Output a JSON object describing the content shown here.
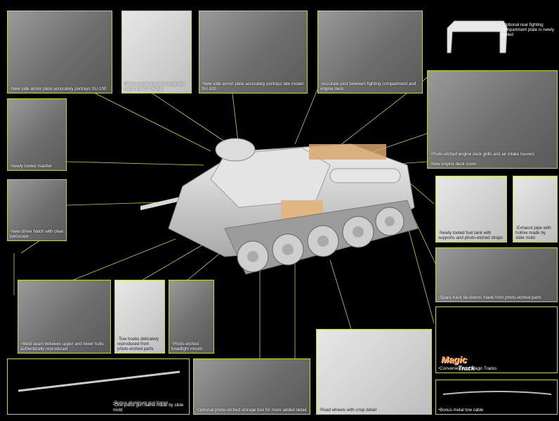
{
  "colors": {
    "accent": "#c8d23a",
    "background": "#000000",
    "logo": "#ff7a10"
  },
  "captions": {
    "side_armor_su100": "New side armor plate accurately portrays SU-100",
    "hatch_photoetched": "Photo-etched parts to upgrade hatch interior details",
    "side_armor_late": "New side armor plate accurately portrays late model SU-100",
    "joint_engine_deck": "Accurate joint between fighting compartment and engine deck",
    "rear_plate": "Optional rear fighting compartment plate is newly tooled",
    "mantlet": "Newly tooled mantlet",
    "engine_grills": "Photo-etched engine deck grills and air intake louvers",
    "engine_cover": "New engine deck cover",
    "driver_hatch": "New driver hatch with clear periscope",
    "fuel_tank": "Newly tooled fuel tank with supports and photo-etched straps",
    "exhaust_pipe": "Exhaust pipe with hollow made by slide mold",
    "track_tiedowns": "Spare track tie-downs made from photo-etched parts",
    "weld_seam": "Weld seam between upper and lower hulls authentically reproduced",
    "tow_hooks": "Tow hooks delicately reproduced from photo-etched parts",
    "headlight_mount": "Photo-etched headlight mount",
    "magic_tracks": "Convenience of Magic Tracks",
    "gun_barrel_1": "Bonus aluminum gun barrel",
    "gun_barrel_2": "One-piece gun barrel made by slide mold",
    "storage_box": "Optional photo-etched storage box for more added detail",
    "road_wheels": "Road wheels with crisp detail",
    "tow_cable": "Bonus metal tow cable"
  },
  "logo": {
    "word1": "Magic",
    "word2": "Track"
  }
}
